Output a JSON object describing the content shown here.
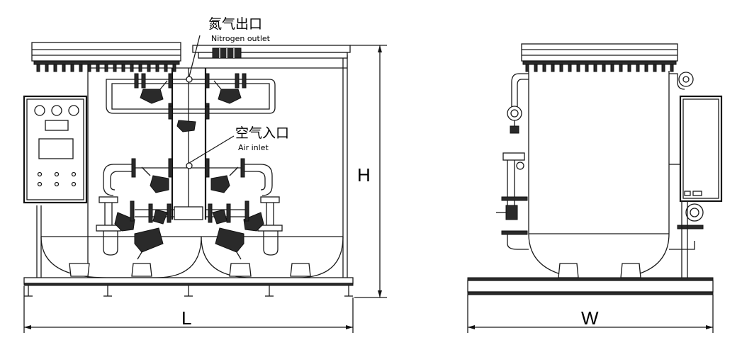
{
  "labels": {
    "nitrogen_cn": "氮气出口",
    "nitrogen_en": "Nitrogen outlet",
    "air_cn": "空气入口",
    "air_en": "Air inlet"
  },
  "dimensions": {
    "length": "L",
    "height": "H",
    "width": "W"
  }
}
